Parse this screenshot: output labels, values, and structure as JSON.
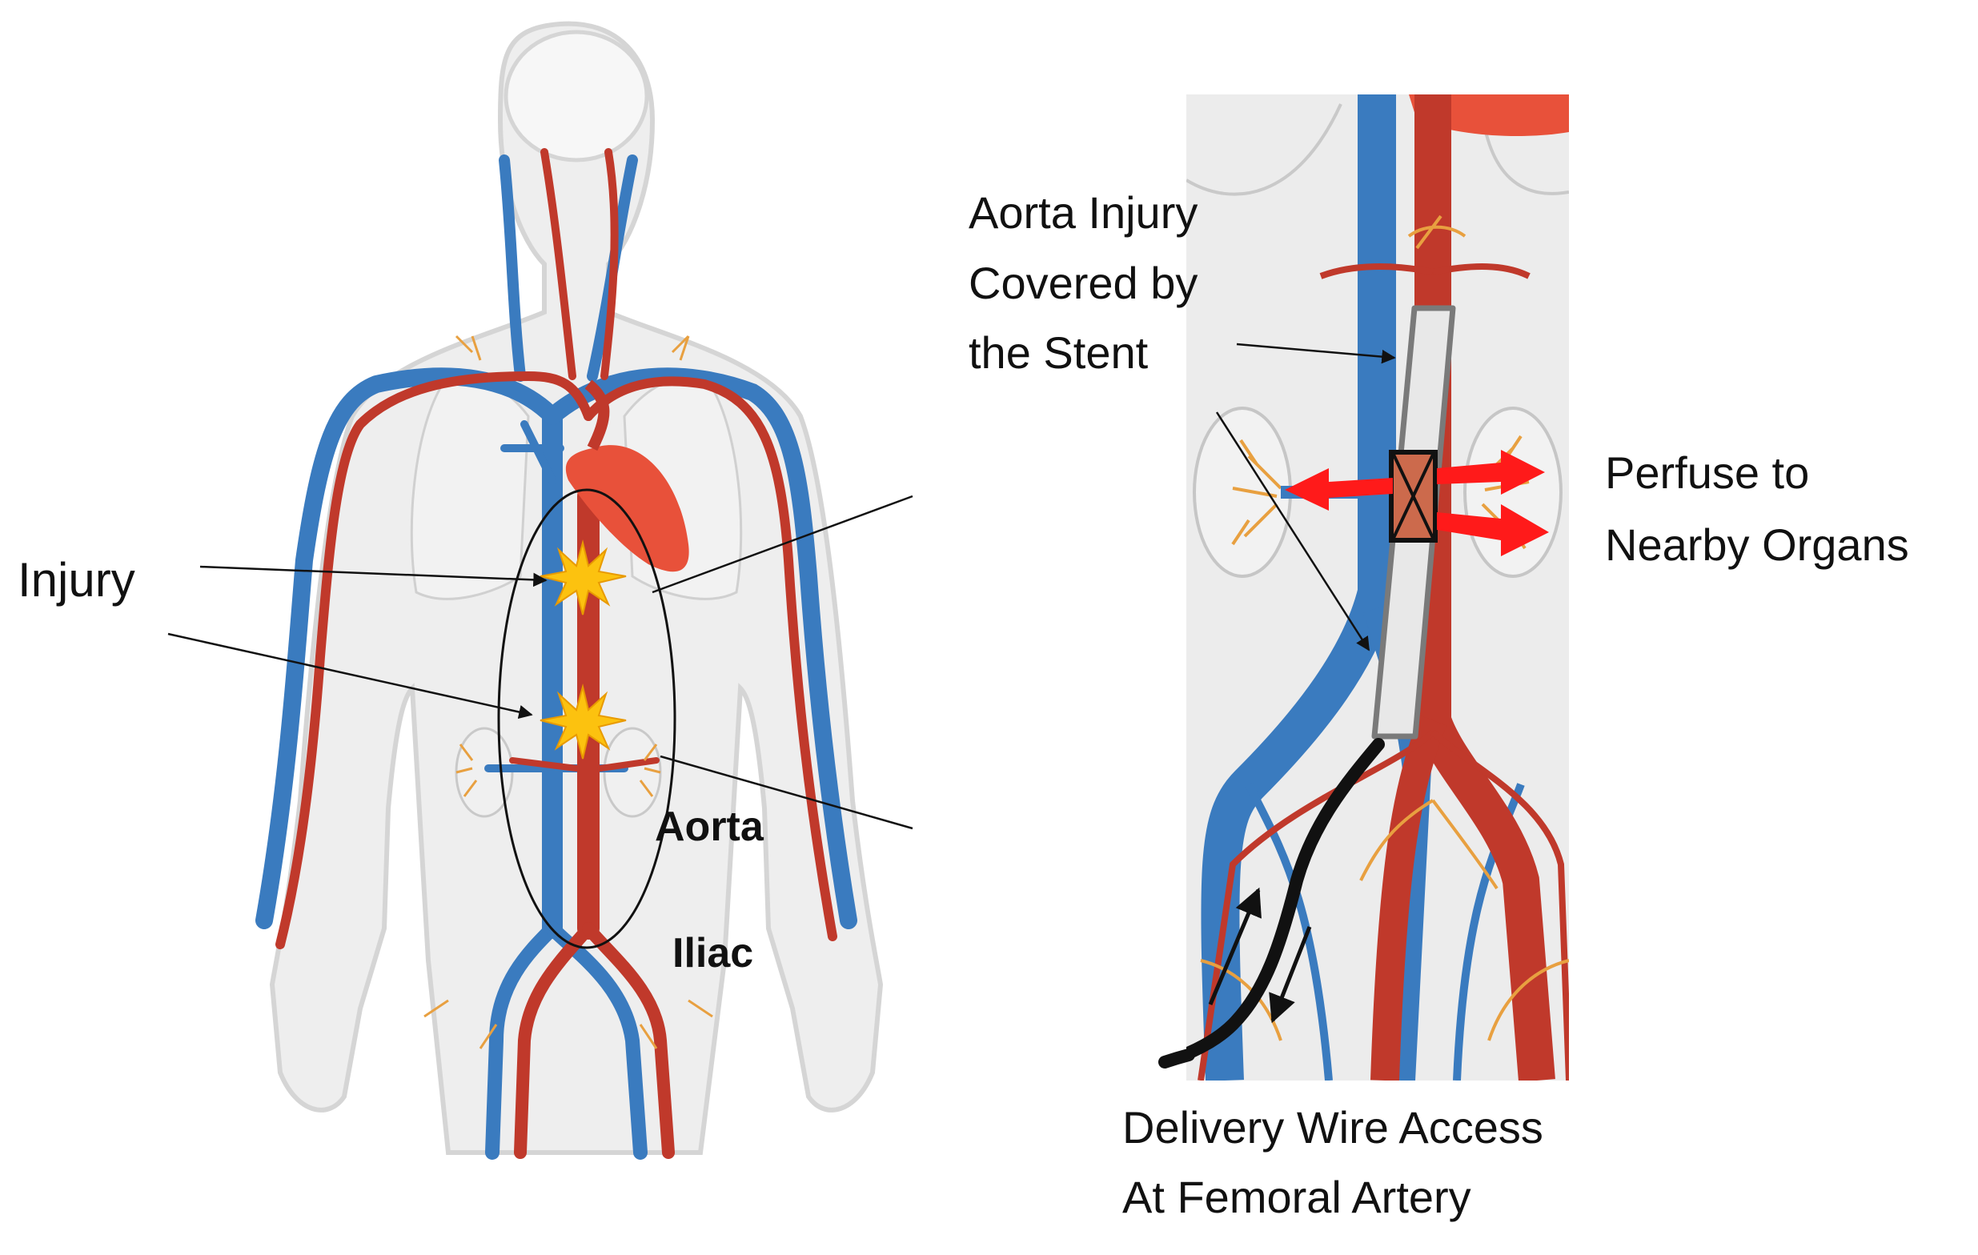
{
  "labels": {
    "injury": "Injury",
    "aorta": "Aorta",
    "iliac": "Iliac",
    "aorta_injury_line1": "Aorta Injury",
    "aorta_injury_line2": "Covered by",
    "aorta_injury_line3": "the Stent",
    "perfuse_line1": "Perfuse to",
    "perfuse_line2": "Nearby Organs",
    "delivery_line1": "Delivery Wire Access",
    "delivery_line2": "At Femoral Artery"
  },
  "colors": {
    "artery": "#c0392b",
    "vein": "#3a7bbf",
    "capillary": "#e8a040",
    "heart": "#e8513a",
    "body_fill": "#eeeeee",
    "body_outline": "#d5d5d5",
    "injury_star": "#fcc20f",
    "perfusion_arrow": "#ff1a1a",
    "stent_fill": "#e8e8e8",
    "delivery_wire": "#111111"
  },
  "icons": {
    "injury_marker": "starburst-icon",
    "occluded_branch": "crossed-box-icon"
  }
}
